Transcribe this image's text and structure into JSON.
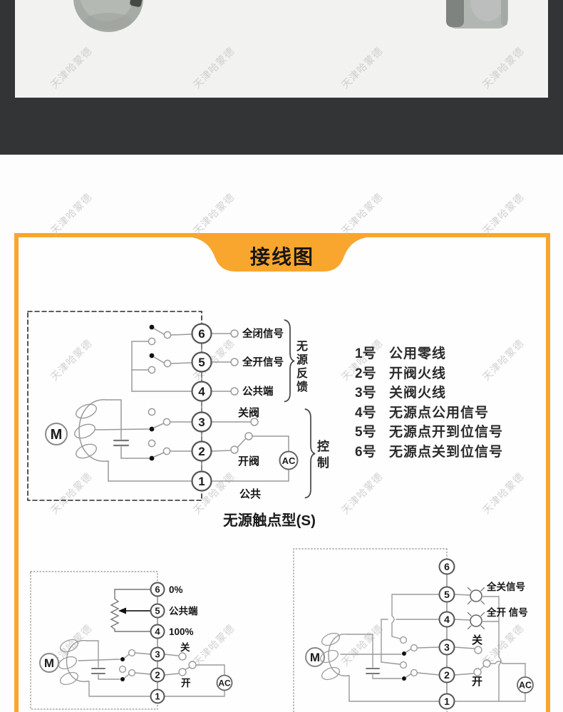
{
  "watermark_text": "天津哈蒙德",
  "banner": {
    "title": "接线图"
  },
  "colors": {
    "accent_orange": "#F9A62E",
    "dark_band": "#333436",
    "photo_bg": "#f2f3f1"
  },
  "main": {
    "terminals": [
      "6",
      "5",
      "4",
      "3",
      "2",
      "1"
    ],
    "label_t6": "全闭信号",
    "label_t5": "全开信号",
    "label_t4": "公共端",
    "label_t3": "关阀",
    "label_t2": "开阀",
    "label_t1": "公共",
    "motor": "M",
    "ac": "AC",
    "bracket_feedback": "无源反馈",
    "bracket_control": "控制",
    "caption": "无源触点型(S)"
  },
  "terminal_list": {
    "items": [
      {
        "no": "1号",
        "desc": "公用零线"
      },
      {
        "no": "2号",
        "desc": "开阀火线"
      },
      {
        "no": "3号",
        "desc": "关阀火线"
      },
      {
        "no": "4号",
        "desc": "无源点公用信号"
      },
      {
        "no": "5号",
        "desc": "无源点开到位信号"
      },
      {
        "no": "6号",
        "desc": "无源点关到位信号"
      }
    ]
  },
  "pot": {
    "terminals": [
      "6",
      "5",
      "4",
      "3",
      "2",
      "1"
    ],
    "label_t6": "0%",
    "label_t5": "公共端",
    "label_t4": "100%",
    "label_t3": "关",
    "label_t2": "开",
    "motor": "M",
    "ac": "AC"
  },
  "lamp": {
    "terminals": [
      "6",
      "5",
      "4",
      "3",
      "2",
      "1"
    ],
    "label_t5": "全关信号",
    "label_t4": "全开 信号",
    "label_t3": "关",
    "label_t2": "开",
    "motor": "M",
    "ac": "AC"
  }
}
